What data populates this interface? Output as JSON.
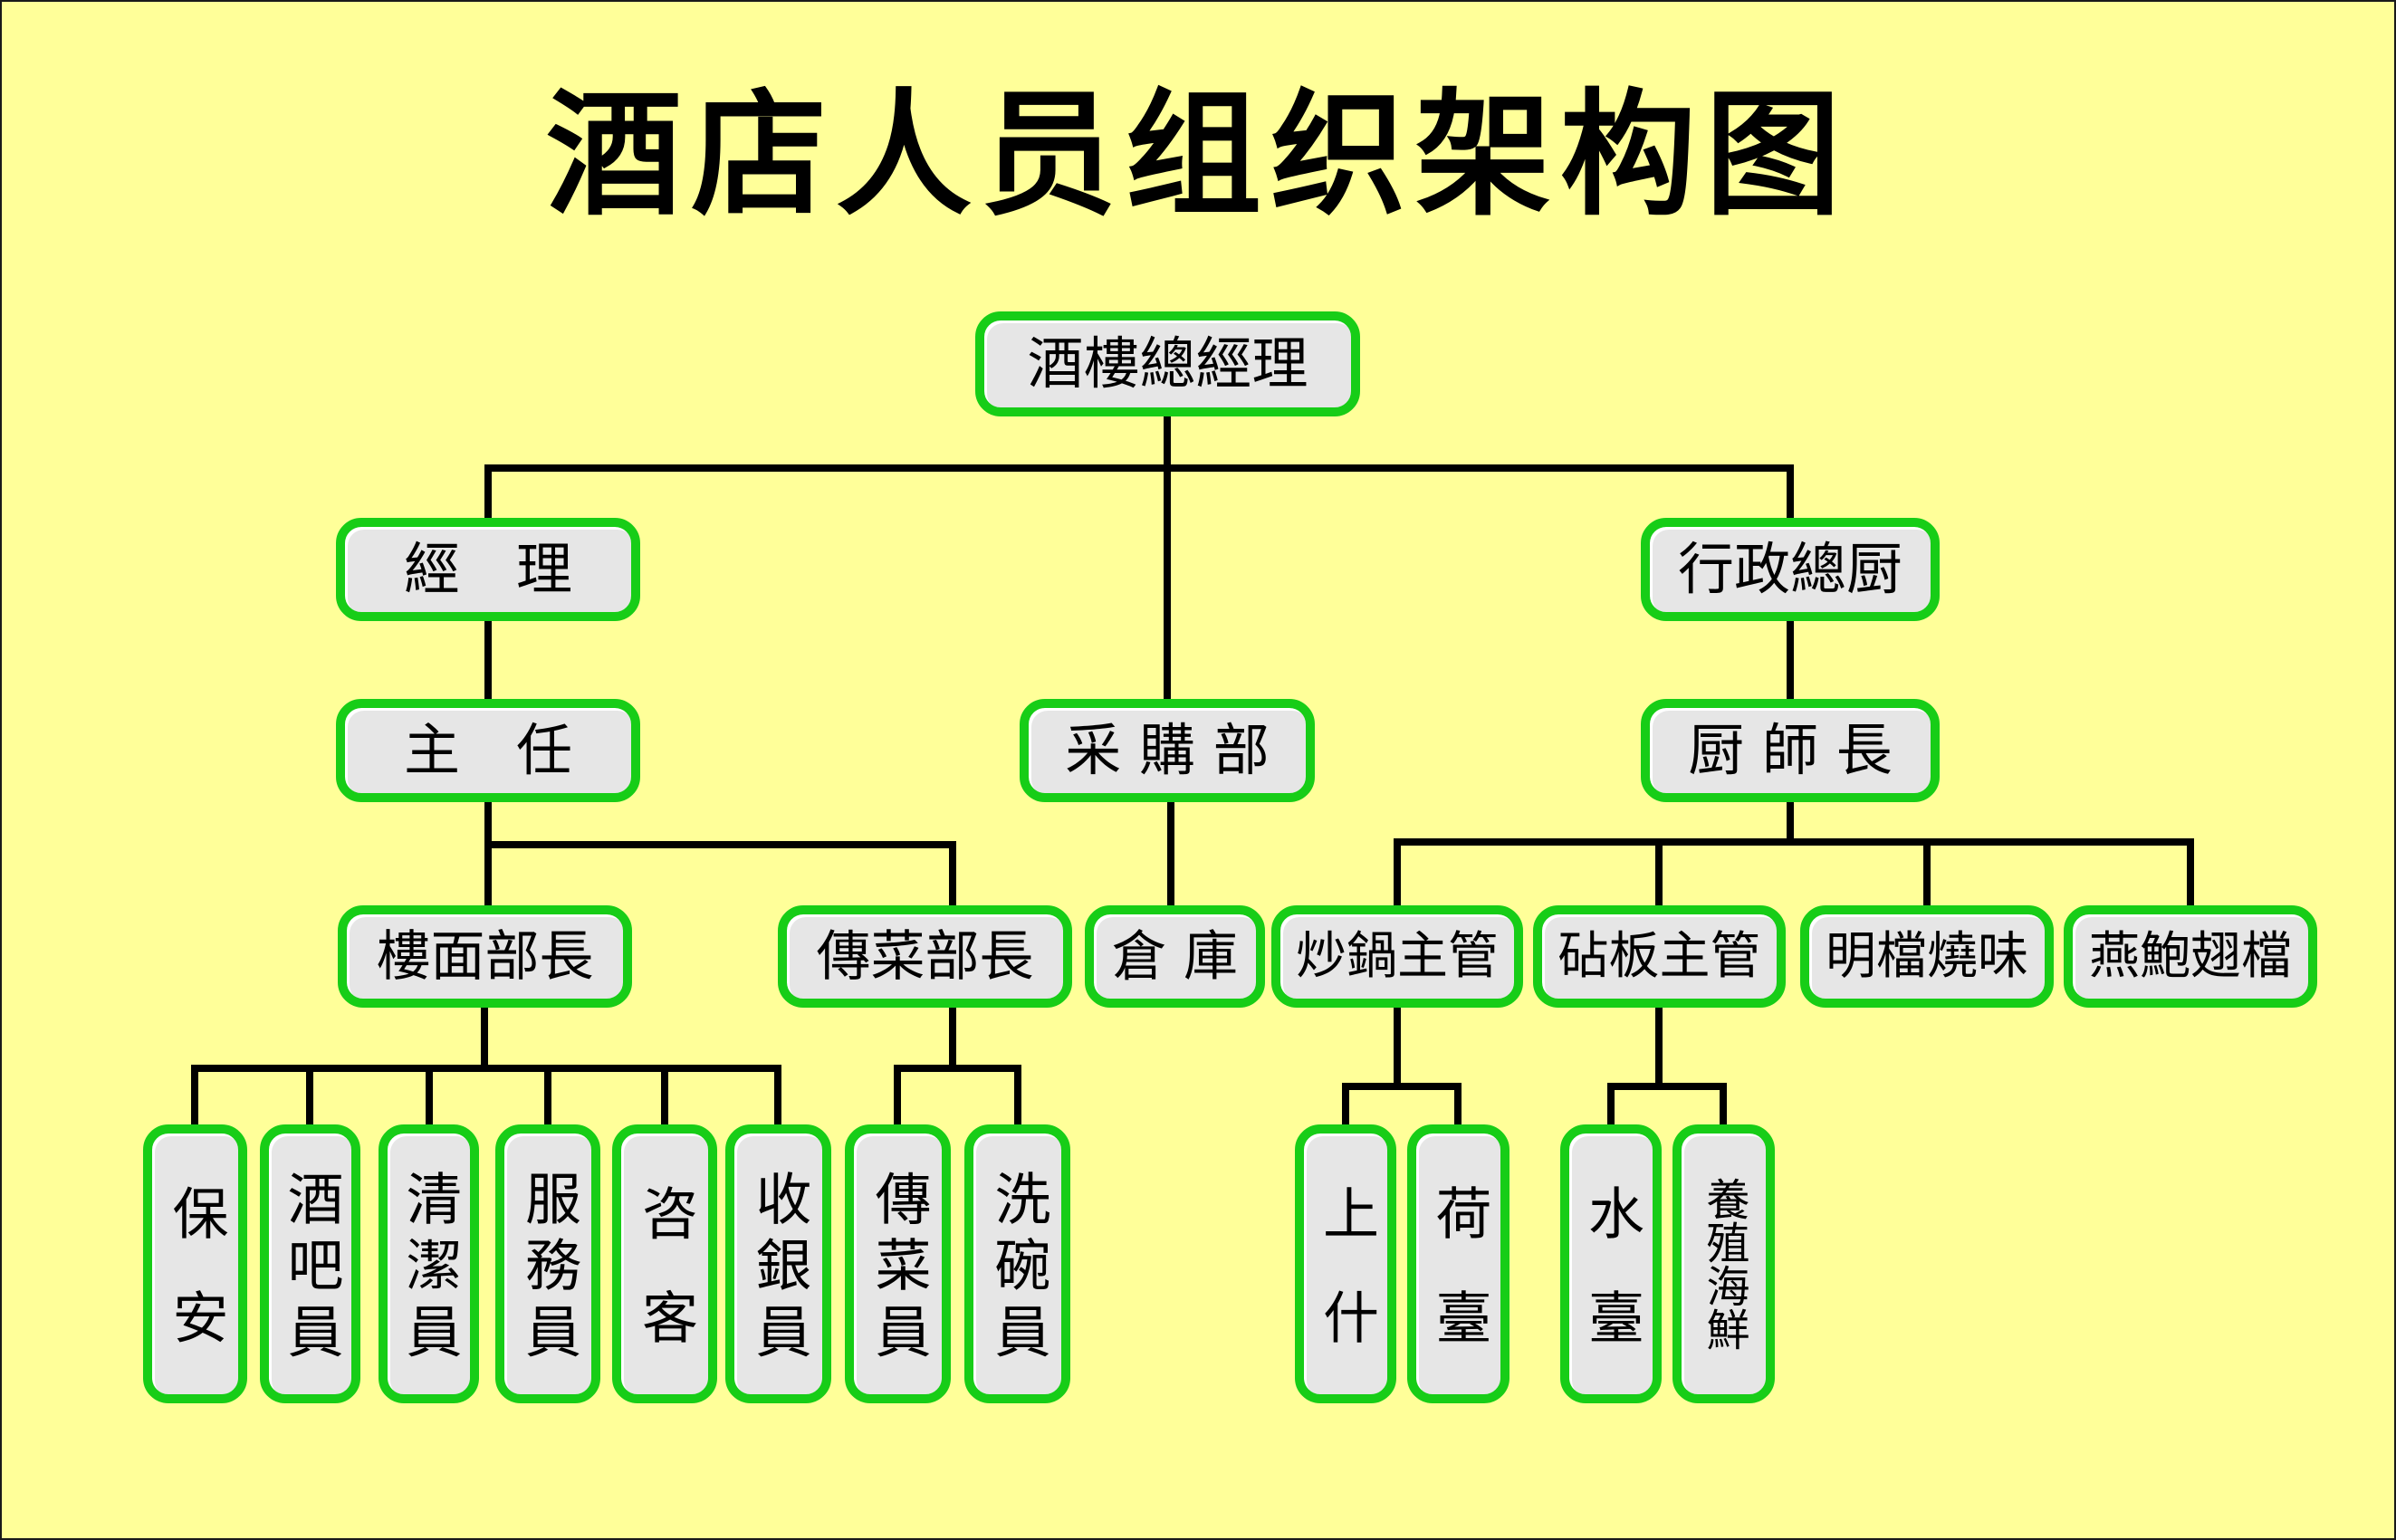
{
  "page_title": "酒店人员组织架构图",
  "colors": {
    "background": "#FFFF99",
    "box_fill": "#E6E6E6",
    "box_border": "#17CD17",
    "connector": "#000000",
    "text": "#000000"
  },
  "nodes": {
    "gm": "酒樓總經理",
    "manager": "經　理",
    "exec_chef": "行政總厨",
    "director": "主　任",
    "purchasing": "采 購 部",
    "head_chef": "厨 師 長",
    "floor_manager": "樓面部長",
    "food_runner_manager": "傳菜部長",
    "warehouse": "倉 庫",
    "wok_supervisor": "炒鍋主管",
    "chopping_supervisor": "砧板主管",
    "open_kitchen_bbq": "明檔燒味",
    "abalone_station": "燕鮑翅檔",
    "security": "保安",
    "bartender": "酒吧員",
    "cleaner": "清潔員",
    "waiter": "服務員",
    "hostess": "咨客",
    "cashier": "收銀員",
    "food_runner": "傳菜員",
    "dishwasher": "洗碗員",
    "prep_cook": "上什",
    "he_tai": "荷臺",
    "shui_tai": "水臺",
    "seafood_tank": "養殖海鮮"
  },
  "hierarchy": [
    {
      "parent": "gm",
      "children": [
        "manager",
        "purchasing",
        "exec_chef"
      ]
    },
    {
      "parent": "manager",
      "children": [
        "director"
      ]
    },
    {
      "parent": "exec_chef",
      "children": [
        "head_chef"
      ]
    },
    {
      "parent": "director",
      "children": [
        "floor_manager",
        "food_runner_manager"
      ]
    },
    {
      "parent": "purchasing",
      "children": [
        "warehouse"
      ]
    },
    {
      "parent": "head_chef",
      "children": [
        "wok_supervisor",
        "chopping_supervisor",
        "open_kitchen_bbq",
        "abalone_station"
      ]
    },
    {
      "parent": "floor_manager",
      "children": [
        "security",
        "bartender",
        "cleaner",
        "waiter",
        "hostess",
        "cashier"
      ]
    },
    {
      "parent": "food_runner_manager",
      "children": [
        "food_runner",
        "dishwasher"
      ]
    },
    {
      "parent": "wok_supervisor",
      "children": [
        "prep_cook",
        "he_tai"
      ]
    },
    {
      "parent": "chopping_supervisor",
      "children": [
        "shui_tai",
        "seafood_tank"
      ]
    }
  ]
}
